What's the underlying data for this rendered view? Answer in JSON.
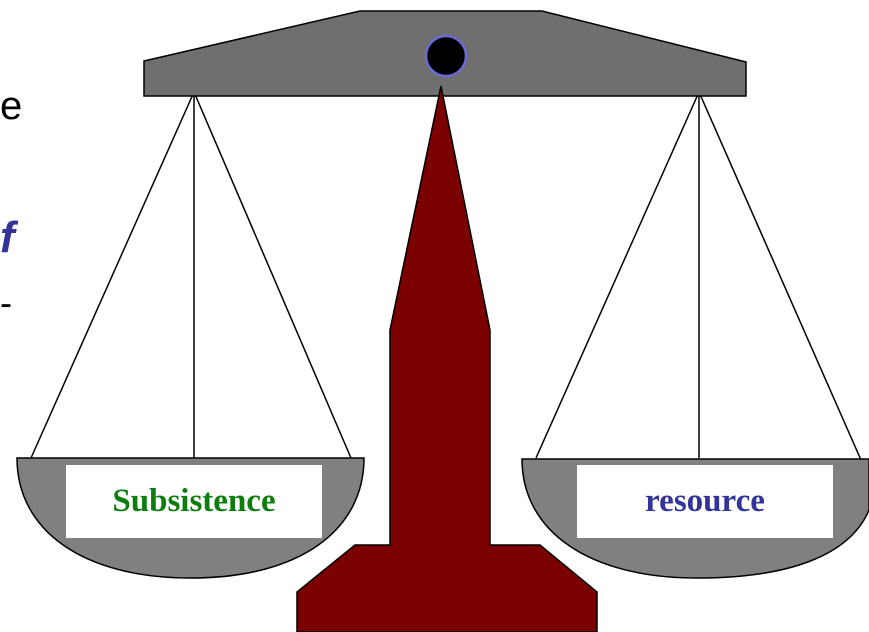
{
  "fragments": {
    "edge_text_1": "e",
    "edge_text_2": "f",
    "edge_text_3": "-"
  },
  "pans": {
    "left_label": "Subsistence",
    "right_label": "resource"
  },
  "colors": {
    "beam": "#6f6f6f",
    "pan": "#808080",
    "pillar": "#7b0000",
    "pivot": "#000000",
    "pivot_ring": "#6b6bd6",
    "left_label": "#0d7d0d",
    "right_label": "#333399",
    "edge_text_2": "#333399",
    "lines": "#000000"
  }
}
